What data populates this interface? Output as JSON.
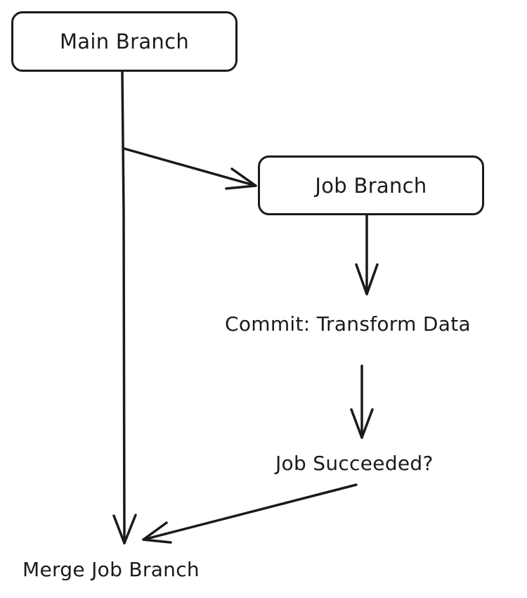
{
  "nodes": {
    "main_branch": "Main Branch",
    "job_branch": "Job Branch",
    "commit": "Commit: Transform  Data",
    "job_succeeded": "Job Succeeded?",
    "merge": "Merge Job Branch"
  },
  "colors": {
    "stroke": "#1a1a1a",
    "background": "#ffffff"
  }
}
